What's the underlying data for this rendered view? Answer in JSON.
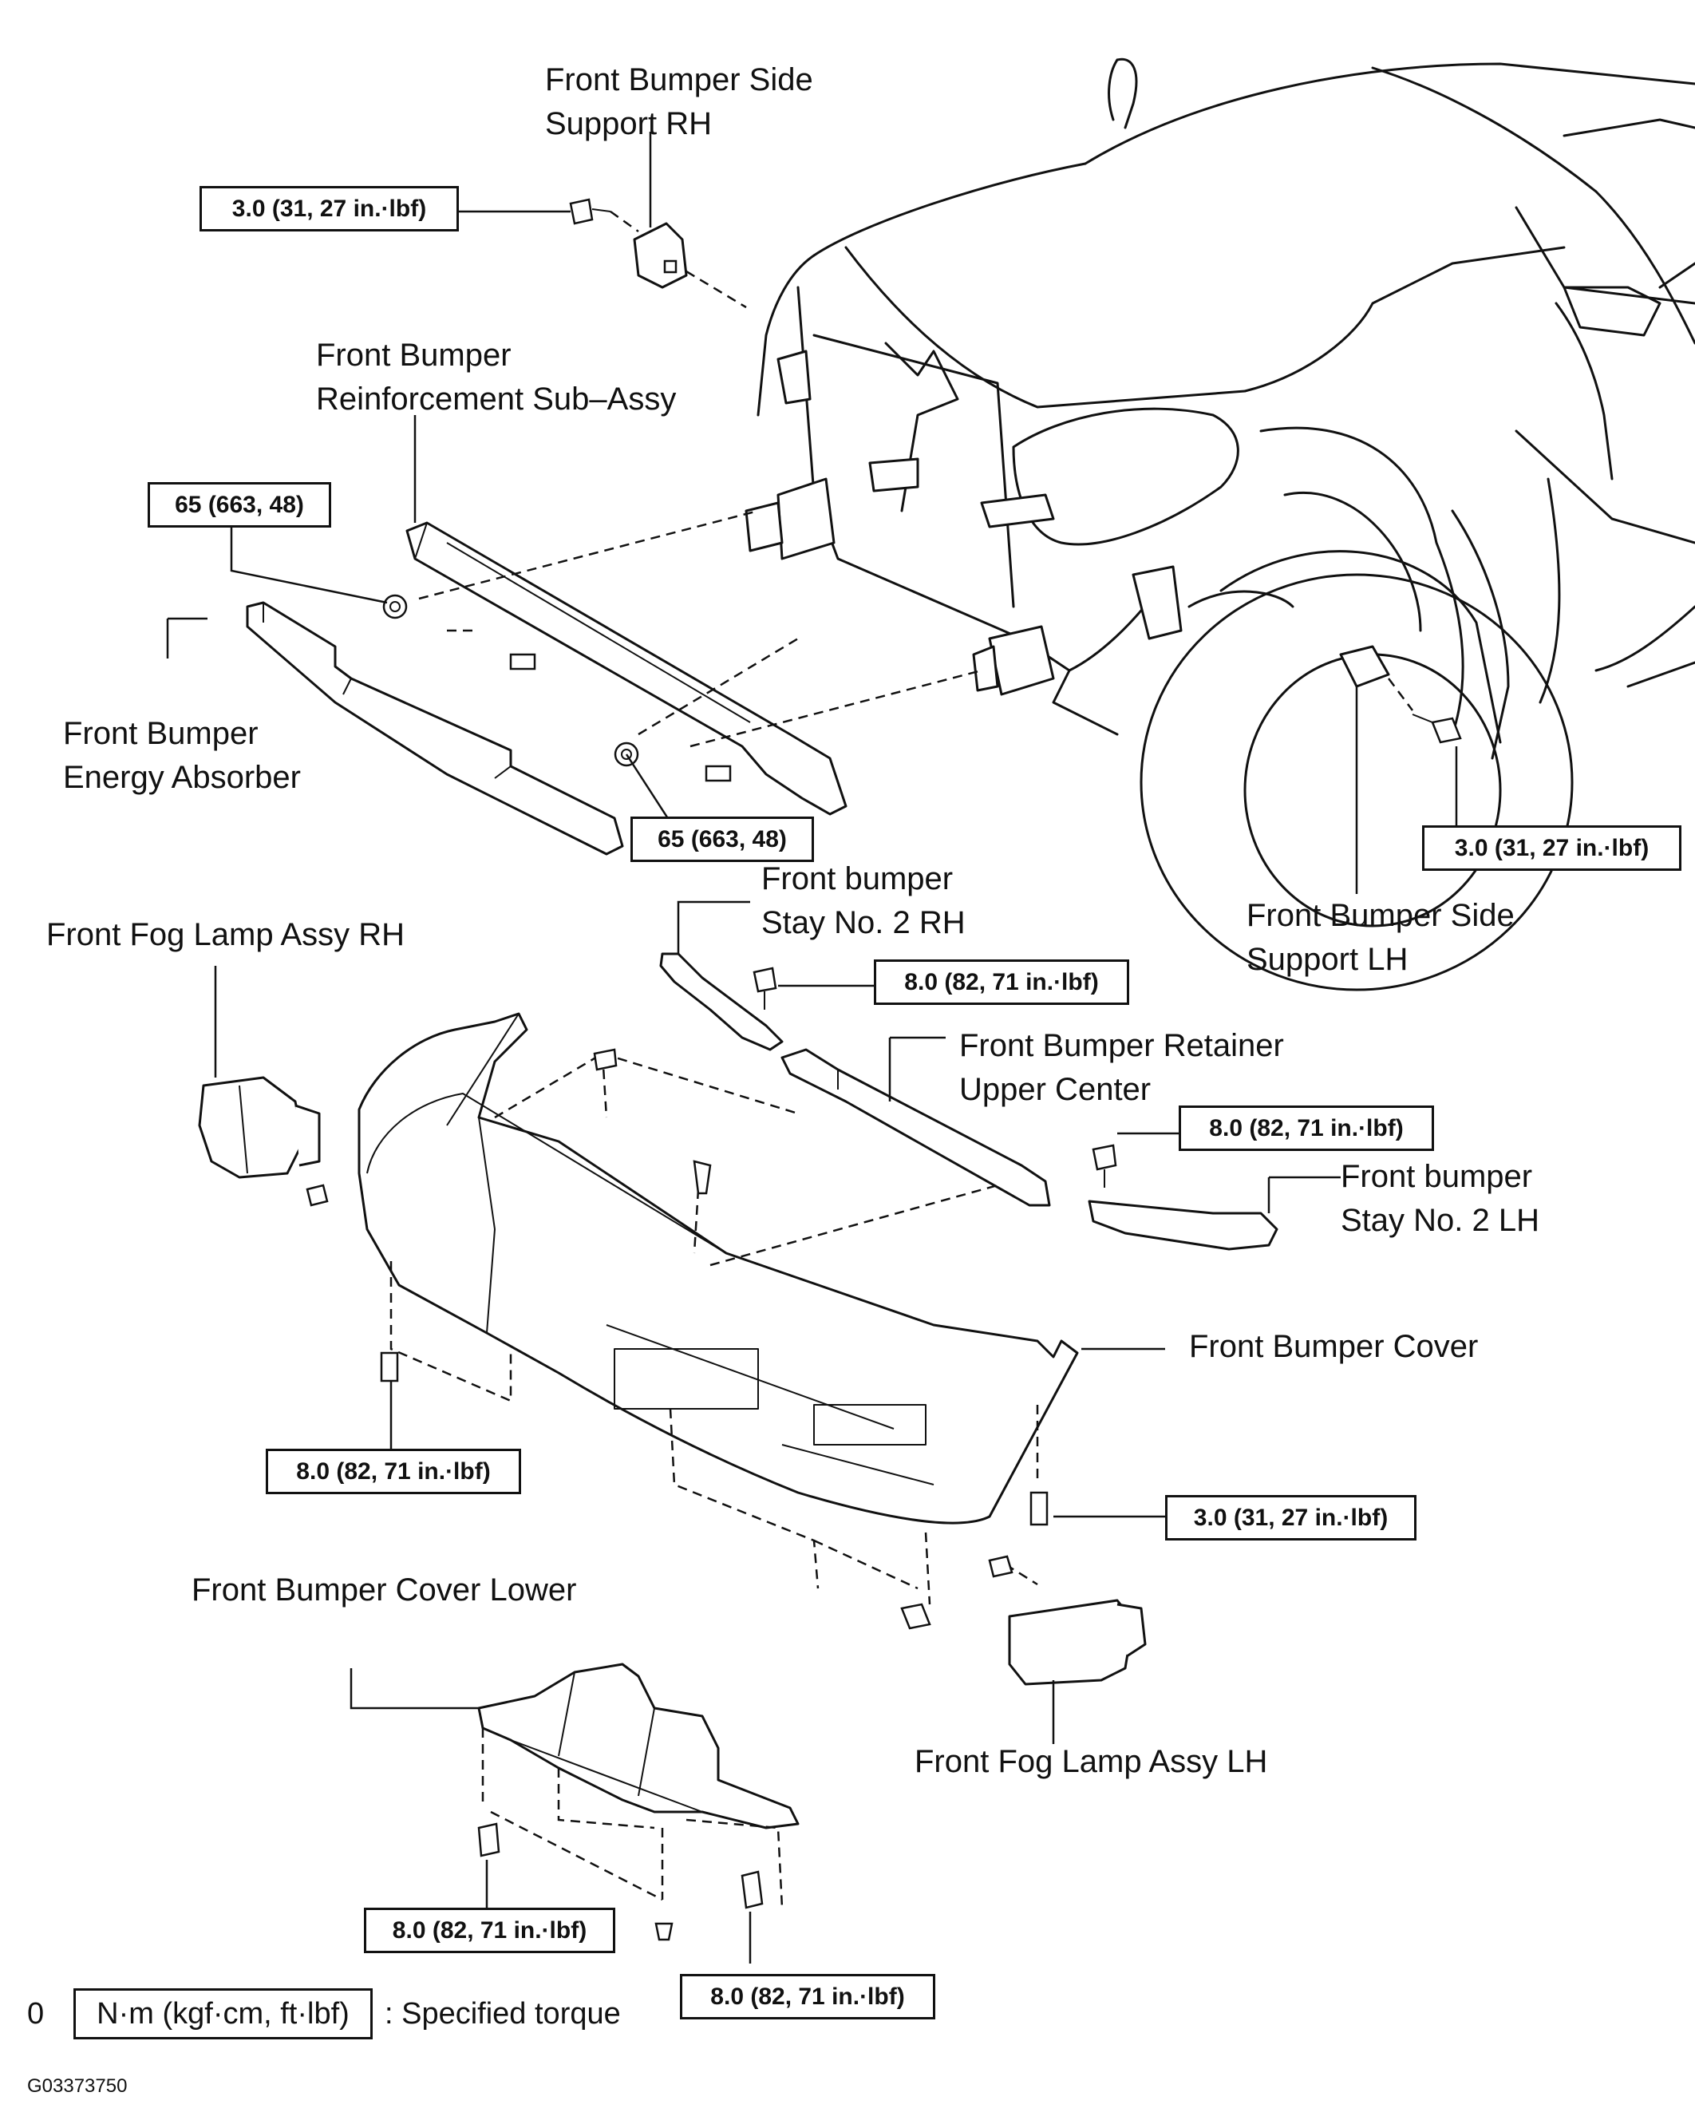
{
  "labels": {
    "side_support_rh": [
      "Front Bumper Side",
      "Support RH"
    ],
    "reinforcement": [
      "Front Bumper",
      "Reinforcement Sub–Assy"
    ],
    "energy_absorber": [
      "Front Bumper",
      "Energy Absorber"
    ],
    "side_support_lh": [
      "Front Bumper Side",
      "Support LH"
    ],
    "stay_rh": [
      "Front bumper",
      "Stay No. 2 RH"
    ],
    "fog_lamp_rh": "Front Fog Lamp Assy RH",
    "retainer": [
      "Front Bumper Retainer",
      "Upper Center"
    ],
    "stay_lh": [
      "Front bumper",
      "Stay No. 2 LH"
    ],
    "bumper_cover": "Front Bumper Cover",
    "cover_lower": "Front Bumper Cover Lower",
    "fog_lamp_lh": "Front Fog Lamp Assy LH"
  },
  "torques": {
    "t1": "3.0 (31, 27 in.·lbf)",
    "t2": "65 (663, 48)",
    "t3": "65 (663, 48)",
    "t4": "3.0 (31, 27 in.·lbf)",
    "t5": "8.0 (82, 71 in.·lbf)",
    "t6": "8.0 (82, 71 in.·lbf)",
    "t7": "8.0 (82, 71 in.·lbf)",
    "t8": "3.0 (31, 27 in.·lbf)",
    "t9": "8.0 (82, 71 in.·lbf)",
    "t10": "8.0 (82, 71 in.·lbf)"
  },
  "legend": {
    "marker": "0",
    "unit_box": "N·m (kgf·cm, ft·lbf)",
    "text": ": Specified torque"
  },
  "figure_code": "G03373750"
}
